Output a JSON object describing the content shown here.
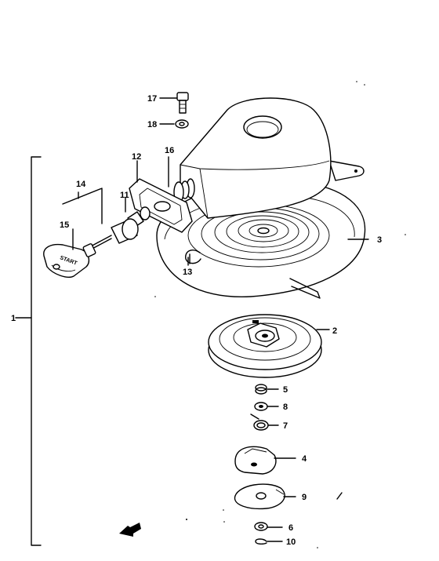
{
  "labels": {
    "l1": "1",
    "l2": "2",
    "l3": "3",
    "l4": "4",
    "l5": "5",
    "l6": "6",
    "l7": "7",
    "l8": "8",
    "l9": "9",
    "l10": "10",
    "l11": "11",
    "l12": "12",
    "l13": "13",
    "l14": "14",
    "l15": "15",
    "l16": "16",
    "l17": "17",
    "l18": "18"
  },
  "handle_text": "START",
  "icons": {
    "front-arrow": "front-arrow-icon"
  },
  "colors": {
    "ink": "#000000",
    "paper": "#ffffff"
  }
}
